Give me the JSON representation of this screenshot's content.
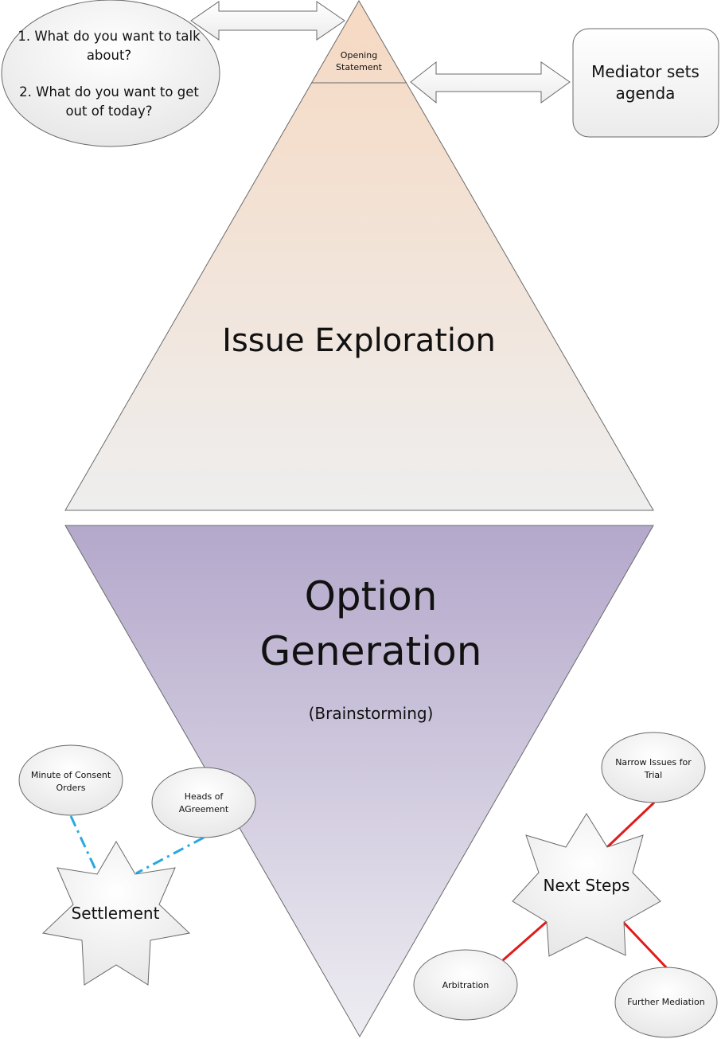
{
  "diagram": {
    "top_triangle": {
      "apex_label_lines": [
        "Opening",
        "Statement"
      ],
      "main_label": "Issue Exploration"
    },
    "bottom_triangle": {
      "main_label_lines": [
        "Option",
        "Generation"
      ],
      "sub_label": "(Brainstorming)"
    },
    "questions_bubble": {
      "lines": [
        "1. What do you want to talk",
        "about?",
        "2. What do you want to get",
        "out of today?"
      ]
    },
    "agenda_box": {
      "lines": [
        "Mediator sets",
        "agenda"
      ]
    },
    "settlement": {
      "star_label": "Settlement",
      "options": [
        {
          "lines": [
            "Minute of Consent",
            "Orders"
          ]
        },
        {
          "lines": [
            "Heads of",
            "AGreement"
          ]
        }
      ]
    },
    "next_steps": {
      "star_label": "Next Steps",
      "options": [
        {
          "lines": [
            "Narrow Issues for",
            "Trial"
          ]
        },
        {
          "lines": [
            "Arbitration"
          ]
        },
        {
          "lines": [
            "Further Mediation"
          ]
        }
      ]
    },
    "colors": {
      "top_gradient_start": "#f6d9c2",
      "top_gradient_end": "#eeeeee",
      "bottom_gradient_start": "#b4a8cb",
      "bottom_gradient_end": "#eeedf2",
      "settlement_connector": "#29a8e0",
      "next_steps_connector": "#e01b1b"
    }
  }
}
